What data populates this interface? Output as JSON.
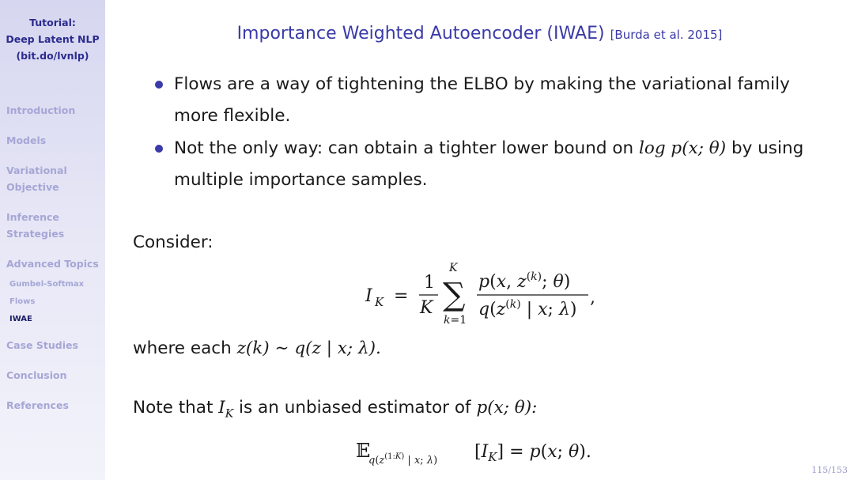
{
  "sidebar": {
    "title_lines": [
      "Tutorial:",
      "Deep Latent NLP",
      "(bit.do/lvnlp)"
    ],
    "sections": {
      "introduction": "Introduction",
      "models": "Models",
      "variational": [
        "Variational",
        "Objective"
      ],
      "inference": [
        "Inference",
        "Strategies"
      ],
      "advanced": "Advanced Topics",
      "gumbel": "Gumbel-Softmax",
      "flows": "Flows",
      "iwae": "IWAE",
      "case_studies": "Case Studies",
      "conclusion": "Conclusion",
      "references": "References"
    }
  },
  "slide": {
    "title": "Importance Weighted Autoencoder (IWAE)",
    "citation": "[Burda et al. 2015]",
    "bullet1_line1": "Flows are a way of tightening the ELBO by making the variational family",
    "bullet1_line2": "more flexible.",
    "bullet2_line1_pre": "Not the only way: can obtain a tighter lower bound on",
    "bullet2_line1_math": "log p(x; θ)",
    "bullet2_line1_post": "by using",
    "bullet2_line2": "multiple importance samples.",
    "consider": "Consider:",
    "where_each": "where each",
    "where_math": "z(k) ∼ q(z | x; λ).",
    "note_pre": "Note that",
    "note_post": "is an unbiased estimator of",
    "note_math": "p(x; θ):"
  },
  "page_number": "115/153"
}
